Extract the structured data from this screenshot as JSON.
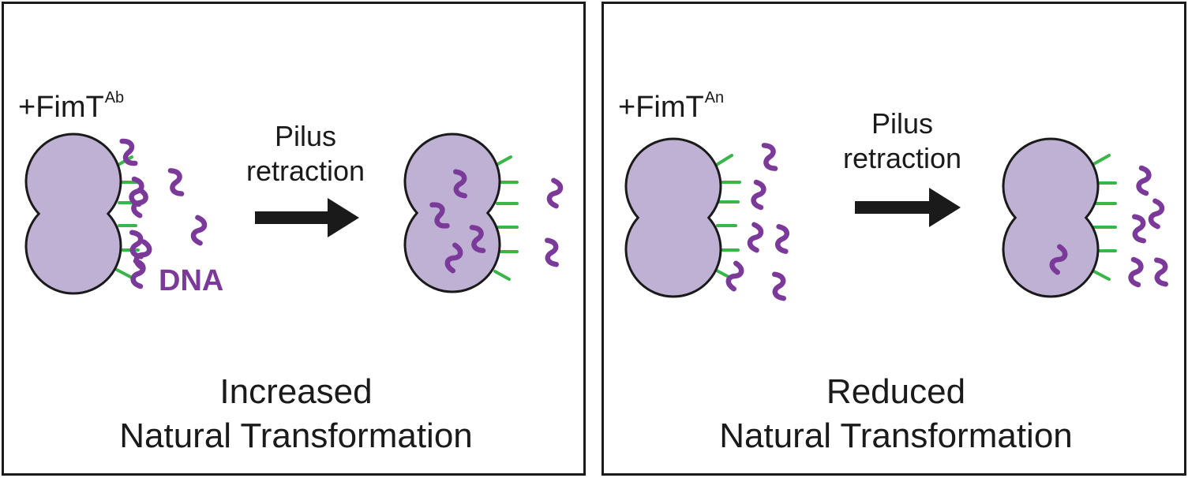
{
  "colors": {
    "cell_fill": "#bfb1d4",
    "cell_stroke": "#1a1a1a",
    "pilus": "#3ab54a",
    "dna": "#7b3a99",
    "arrow": "#1a1a1a",
    "border": "#1a1a1a"
  },
  "panels": [
    {
      "strain_prefix": "+FimT",
      "strain_sup": "Ab",
      "step_line1": "Pilus",
      "step_line2": "retraction",
      "dna_label": "DNA",
      "outcome_line1": "Increased",
      "outcome_line2": "Natural Transformation"
    },
    {
      "strain_prefix": "+FimT",
      "strain_sup": "An",
      "step_line1": "Pilus",
      "step_line2": "retraction",
      "outcome_line1": "Reduced",
      "outcome_line2": "Natural Transformation"
    }
  ]
}
